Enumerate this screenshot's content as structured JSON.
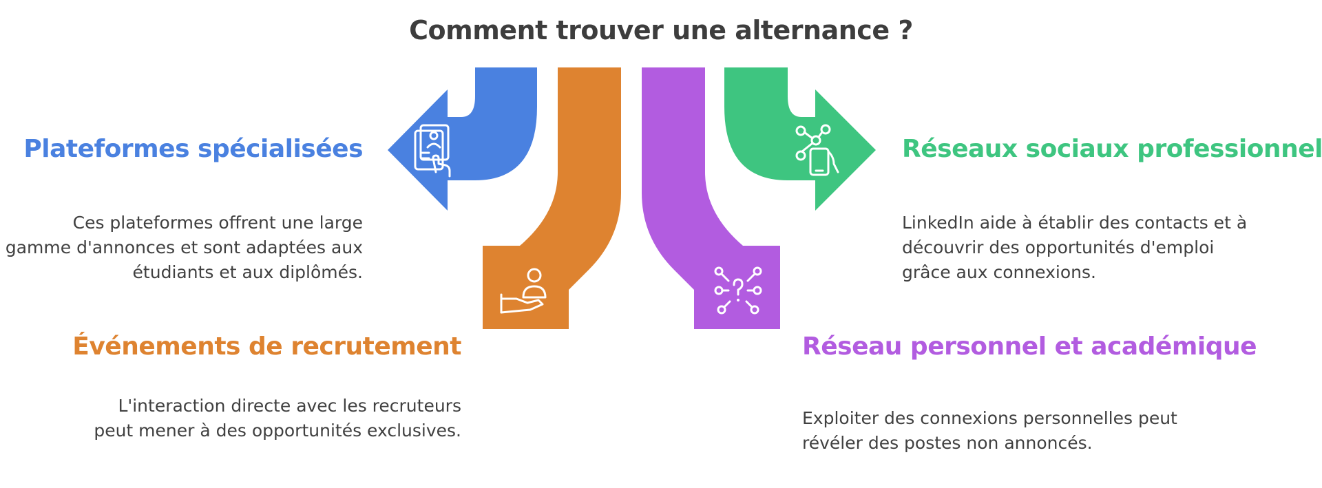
{
  "title": "Comment trouver une alternance ?",
  "branches": [
    {
      "heading": "Plateformes spécialisées",
      "description": "Ces plateformes offrent une large gamme d'annonces et sont adaptées aux étudiants et aux diplômés.",
      "color": "#4a81e0",
      "icon": "profile-card-touch-icon"
    },
    {
      "heading": "Événements de recrutement",
      "description": "L'interaction directe avec les recruteurs peut mener à des opportunités exclusives.",
      "color": "#de8330",
      "icon": "handshake-person-icon"
    },
    {
      "heading": "Réseau personnel et académique",
      "description": "Exploiter des connexions personnelles peut révéler des postes non annoncés.",
      "color": "#b25ce0",
      "icon": "question-network-icon"
    },
    {
      "heading": "Réseaux sociaux professionnels",
      "description": "LinkedIn aide à établir des contacts et à découvrir des opportunités d'emploi grâce aux connexions.",
      "color": "#3ec580",
      "icon": "social-network-hand-icon"
    }
  ]
}
